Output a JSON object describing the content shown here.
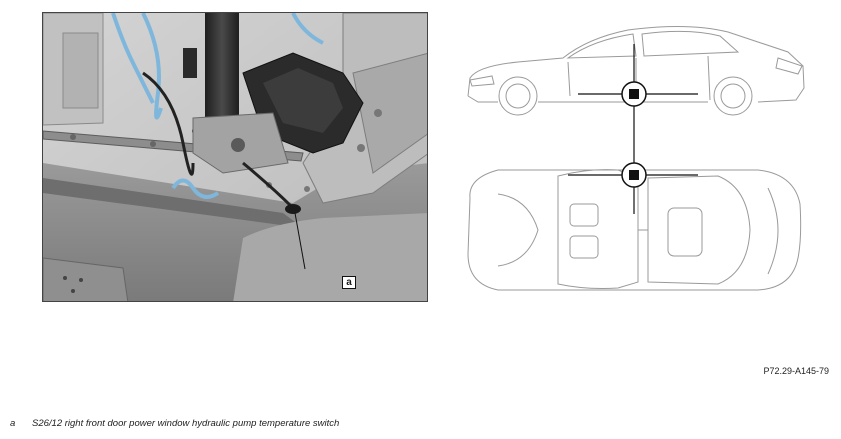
{
  "figure": {
    "callout_label": "a",
    "reference_code": "P72.29-A145-79"
  },
  "legend": [
    {
      "key": "a",
      "text": "S26/12 right front door power window hydraulic pump temperature switch"
    }
  ],
  "colors": {
    "cable_blue": "#7fb7dc",
    "component_dark": "#2a2a2a",
    "marker_black": "#111111"
  },
  "icons": [
    "vehicle-side-view-icon",
    "vehicle-top-view-icon",
    "location-crosshair-icon"
  ]
}
